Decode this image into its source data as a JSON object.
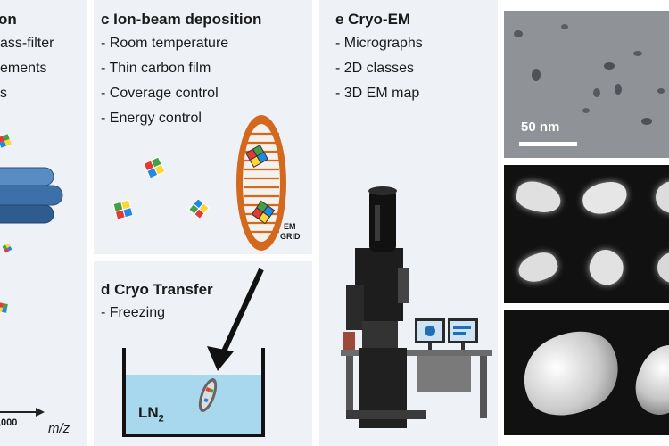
{
  "panel_b": {
    "title_partial": "on",
    "items": [
      "ass-filter",
      "ements",
      "s"
    ],
    "axis_tick": ",000",
    "axis_label": "m/z"
  },
  "panel_c": {
    "title": "c Ion-beam deposition",
    "items": [
      "- Room temperature",
      "- Thin carbon film",
      "- Coverage control",
      "- Energy control"
    ],
    "grid_label_line1": "EM",
    "grid_label_line2": "GRID"
  },
  "panel_d": {
    "title": "d Cryo Transfer",
    "items": [
      "- Freezing"
    ],
    "liquid_label": "LN",
    "liquid_subscript": "2"
  },
  "panel_e": {
    "title": "e Cryo-EM",
    "items": [
      "- Micrographs",
      "- 2D classes",
      "- 3D EM map"
    ],
    "scale_bar_label": "50 nm"
  },
  "colors": {
    "panel_bg": "#eef2f6",
    "tube_blue": "#3d6fa8",
    "grid_orange": "#d2691e",
    "liquid_blue": "#a8d8ee",
    "chip_red": "#e53935",
    "chip_green": "#43a047",
    "chip_yellow": "#fdd835",
    "chip_blue": "#1e88e5"
  }
}
